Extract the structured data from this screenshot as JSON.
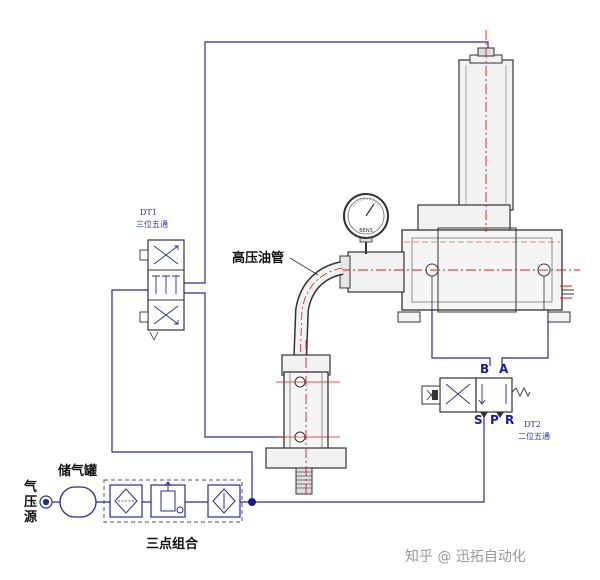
{
  "labels": {
    "oil_pipe": "高压油管",
    "air_tank": "储气罐",
    "air_source": [
      "气",
      "压",
      "源"
    ],
    "triple_unit": "三点组合",
    "dt1_code": "DT1",
    "dt1_desc": "三位五通",
    "dt2_code": "DT2",
    "dt2_desc": "二位五通",
    "port_B": "B",
    "port_A": "A",
    "port_S": "S",
    "port_P": "P",
    "port_R": "R",
    "gauge_text": "BENS",
    "watermark": "知乎 @ 迅拓自动化"
  },
  "colors": {
    "air_line": "#2b2b8c",
    "body_line": "#333333",
    "centerline": "#cc2222",
    "fill": "#f2f2f2"
  }
}
